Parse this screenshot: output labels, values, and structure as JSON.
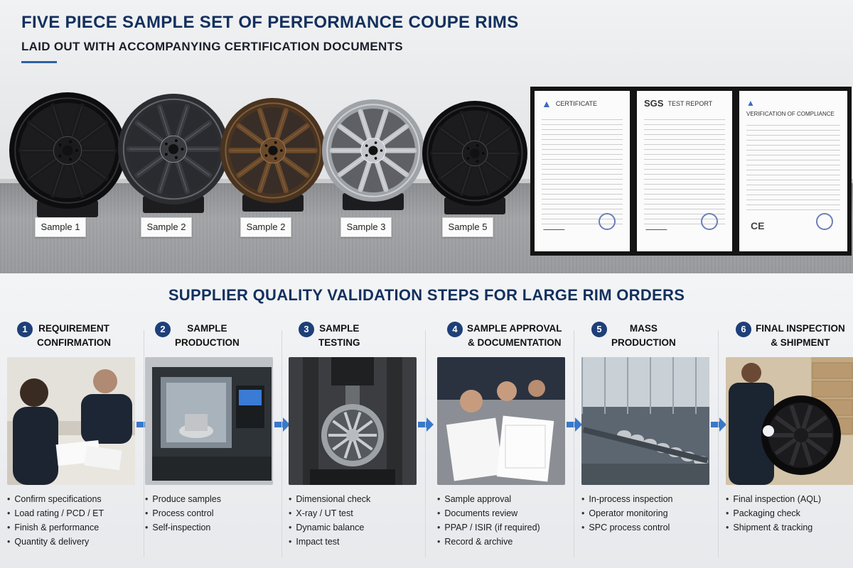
{
  "header": {
    "title": "FIVE PIECE SAMPLE SET OF PERFORMANCE COUPE RIMS",
    "subtitle": "LAID OUT WITH ACCOMPANYING CERTIFICATION DOCUMENTS"
  },
  "samples": [
    {
      "label": "Sample 1",
      "finish": "gloss-black"
    },
    {
      "label": "Sample 2",
      "finish": "gunmetal"
    },
    {
      "label": "Sample 2",
      "finish": "bronze"
    },
    {
      "label": "Sample 3",
      "finish": "silver"
    },
    {
      "label": "Sample 5",
      "finish": "gloss-black"
    }
  ],
  "documents": [
    {
      "title": "CERTIFICATE",
      "mark": ""
    },
    {
      "title": "TEST REPORT",
      "mark": "SGS"
    },
    {
      "title": "VERIFICATION OF COMPLIANCE",
      "mark": "CE"
    }
  ],
  "process": {
    "title": "SUPPLIER QUALITY VALIDATION STEPS FOR LARGE RIM ORDERS",
    "steps": [
      {
        "number": "1",
        "label_line1": "REQUIREMENT",
        "label_line2": "CONFIRMATION",
        "bullets": [
          "Confirm specifications",
          "Load rating / PCD / ET",
          "Finish & performance",
          "Quantity & delivery"
        ]
      },
      {
        "number": "2",
        "label_line1": "SAMPLE",
        "label_line2": "PRODUCTION",
        "bullets": [
          "Produce samples",
          "Process control",
          "Self-inspection"
        ]
      },
      {
        "number": "3",
        "label_line1": "SAMPLE",
        "label_line2": "TESTING",
        "bullets": [
          "Dimensional check",
          "X-ray / UT test",
          "Dynamic balance",
          "Impact test"
        ]
      },
      {
        "number": "4",
        "label_line1": "SAMPLE APPROVAL",
        "label_line2": "& DOCUMENTATION",
        "bullets": [
          "Sample approval",
          "Documents review",
          "PPAP / ISIR (if required)",
          "Record & archive"
        ]
      },
      {
        "number": "5",
        "label_line1": "MASS",
        "label_line2": "PRODUCTION",
        "bullets": [
          "In-process inspection",
          "Operator monitoring",
          "SPC process control"
        ]
      },
      {
        "number": "6",
        "label_line1": "FINAL INSPECTION",
        "label_line2": "& SHIPMENT",
        "bullets": [
          "Final inspection (AQL)",
          "Packaging check",
          "Shipment & tracking"
        ]
      }
    ]
  },
  "colors": {
    "accent": "#13305e",
    "step_badge": "#1e3f78",
    "arrow": "#3a78c9"
  }
}
